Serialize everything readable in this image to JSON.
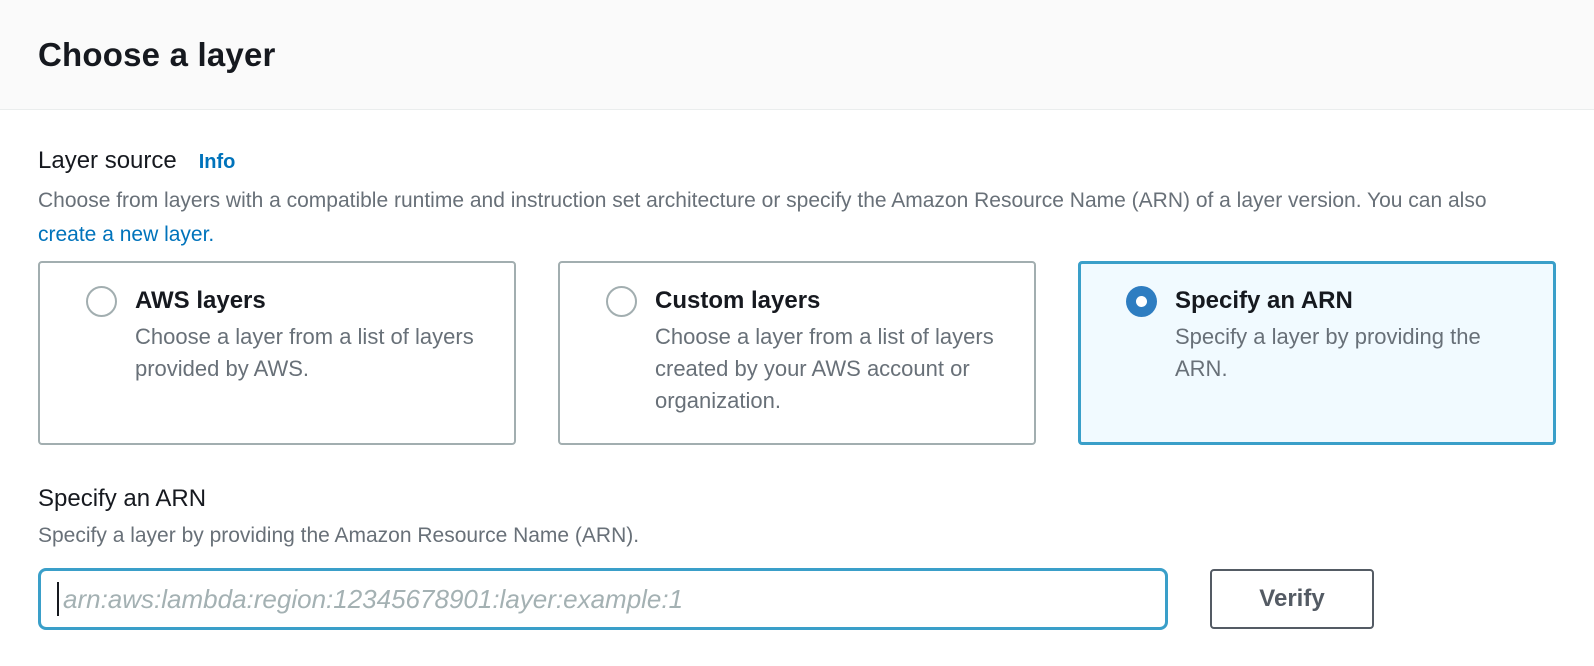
{
  "header": {
    "title": "Choose a layer"
  },
  "layer_source": {
    "label": "Layer source",
    "info_link": "Info",
    "description": "Choose from layers with a compatible runtime and instruction set architecture or specify the Amazon Resource Name (ARN) of a layer version. You can also ",
    "description_link": "create a new layer."
  },
  "options": [
    {
      "title": "AWS layers",
      "description": "Choose a layer from a list of layers provided by AWS.",
      "selected": false
    },
    {
      "title": "Custom layers",
      "description": "Choose a layer from a list of layers created by your AWS account or organization.",
      "selected": false
    },
    {
      "title": "Specify an ARN",
      "description": "Specify a layer by providing the ARN.",
      "selected": true
    }
  ],
  "arn_section": {
    "title": "Specify an ARN",
    "description": "Specify a layer by providing the Amazon Resource Name (ARN).",
    "input_value": "",
    "input_placeholder": "arn:aws:lambda:region:12345678901:layer:example:1",
    "verify_button": "Verify"
  },
  "colors": {
    "link_blue": "#0073bb",
    "radio_selected_blue": "#2e7dc1",
    "selected_tile_background": "#f1faff",
    "selected_tile_border": "#3a9fc9",
    "focused_input_border": "#3a9fc9",
    "heading_text": "#16191f",
    "secondary_text": "#687078"
  }
}
